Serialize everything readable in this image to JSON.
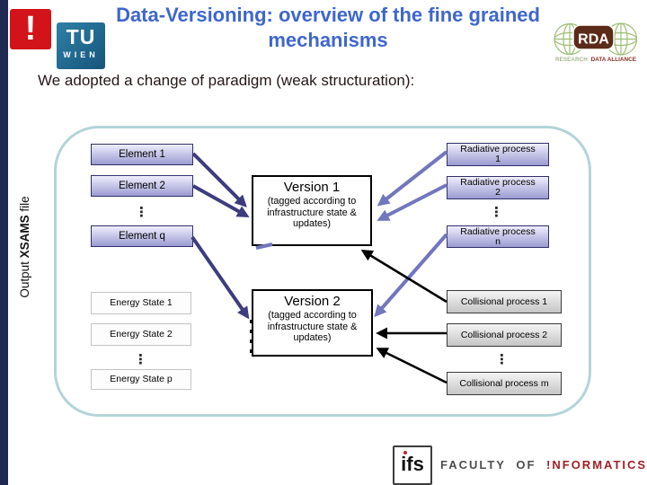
{
  "slide": {
    "title_line1": "Data-Versioning: overview of the fine grained",
    "title_line2": "mechanisms",
    "subtitle": "We adopted a change of paradigm (weak structuration):"
  },
  "logos": {
    "alert_mark": "!",
    "tu_top": "TU",
    "tu_bottom": "WIEN",
    "rda_label": "RDA",
    "rda_caption_1": "RESEARCH",
    "rda_caption_2": "DATA ALLIANCE",
    "ifs_label": "ifs",
    "faculty_label": "FACULTY OF",
    "informatics_label": "!NFORMATICS"
  },
  "diagram": {
    "axis_label_pre": "Output",
    "axis_label_bold": "XSAMS",
    "axis_label_post": "file",
    "ellipsis": "⋮",
    "elements": [
      "Element 1",
      "Element 2",
      "Element q"
    ],
    "energy_states": [
      "Energy State 1",
      "Energy State 2",
      "Energy State p"
    ],
    "radiative": [
      {
        "line1": "Radiative process",
        "line2": "1"
      },
      {
        "line1": "Radiative process",
        "line2": "2"
      },
      {
        "line1": "Radiative process",
        "line2": "n"
      }
    ],
    "collisional": [
      "Collisional process 1",
      "Collisional process 2",
      "Collisional process m"
    ],
    "versions": [
      {
        "title": "Version 1",
        "body": "(tagged according to infrastructure state & updates)"
      },
      {
        "title": "Version 2",
        "body": "(tagged according to infrastructure state & updates)"
      }
    ]
  },
  "colors": {
    "title_blue": "#3e66cc",
    "edge_bar_navy": "#1e2a52",
    "alert_red": "#d2131a",
    "tu_blue": "#20688f",
    "frame_teal": "#b3d4d9",
    "box_lavender": "#9b9bd2",
    "arrow_dark": "#3c3c7e",
    "arrow_light": "#7176bd",
    "rda_maroon": "#5c2a1a",
    "rda_green": "#9cbd74",
    "informatics_red": "#a02024"
  }
}
